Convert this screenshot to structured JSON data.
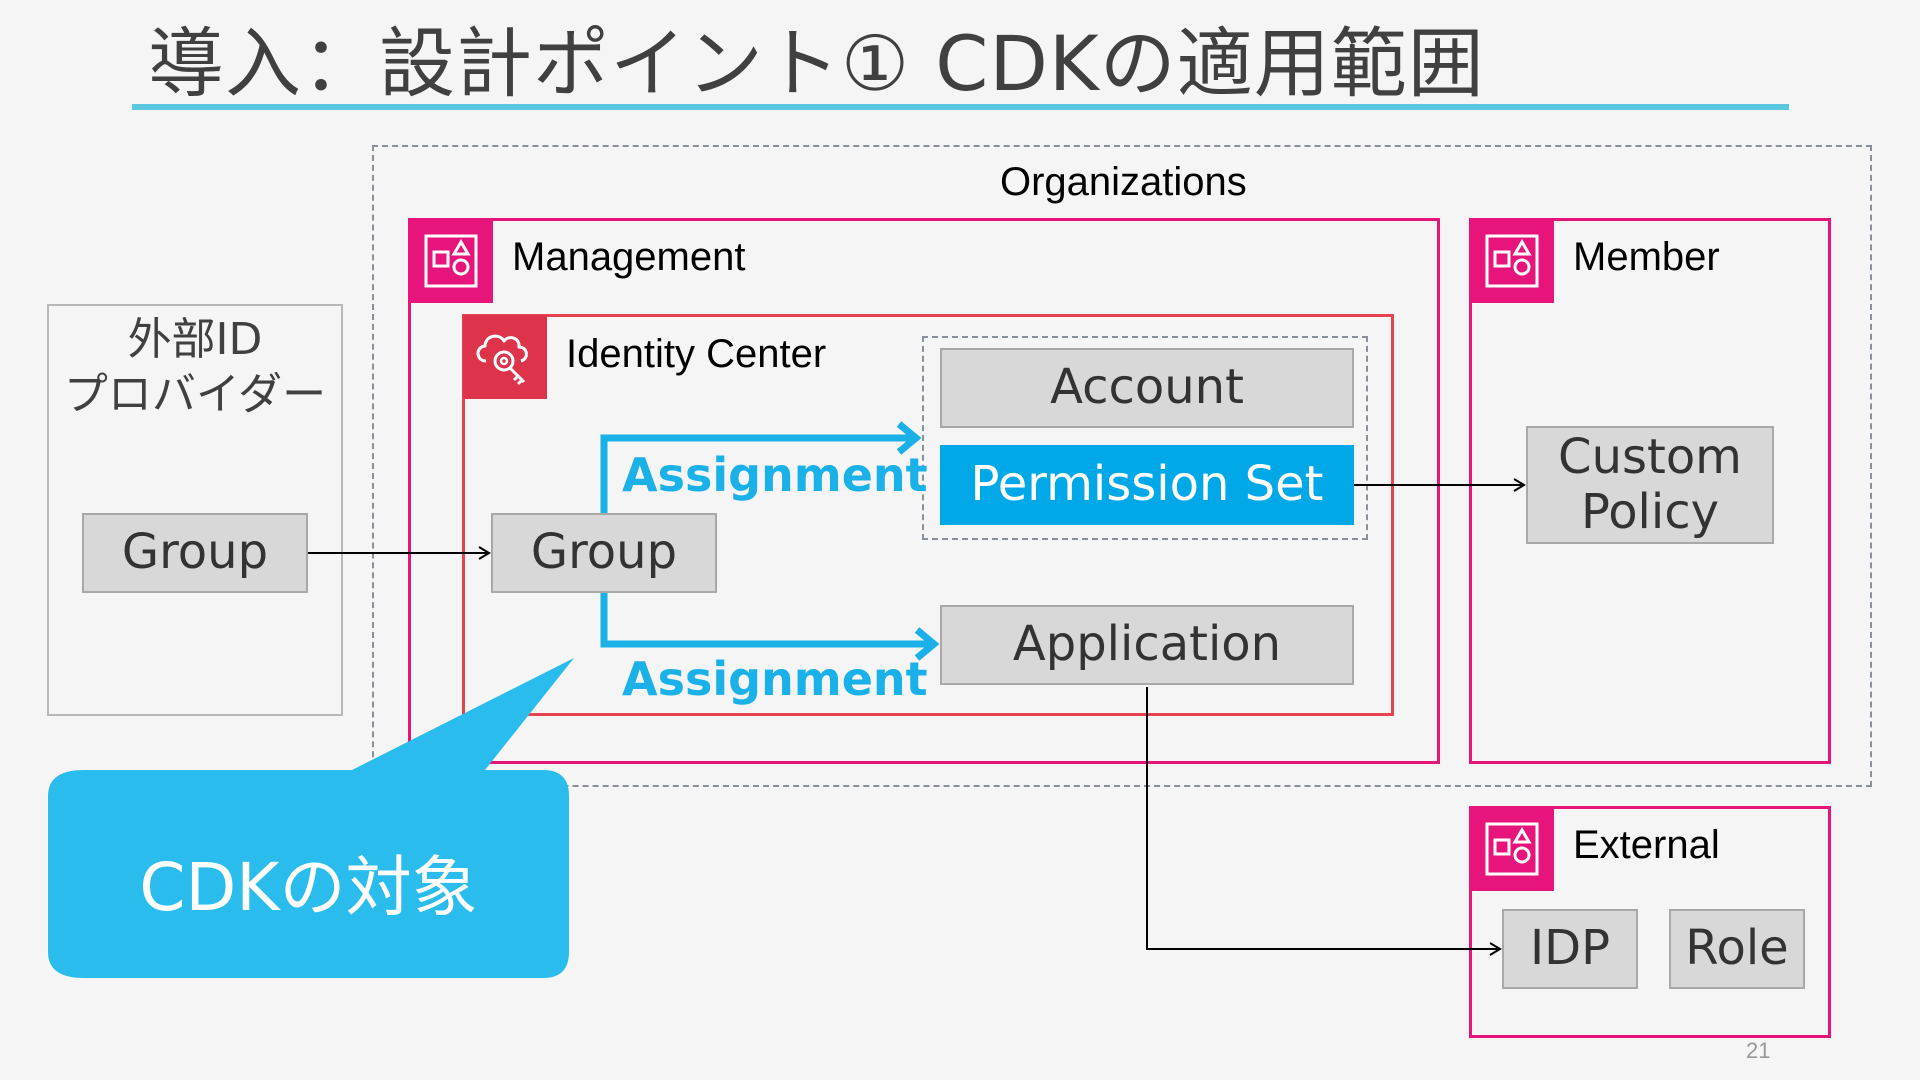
{
  "slide": {
    "title": "導入：設計ポイント① CDKの適用範囲",
    "page_number": "21"
  },
  "external_idp": {
    "label_line1": "外部ID",
    "label_line2": "プロバイダー",
    "group_label": "Group"
  },
  "organizations": {
    "label": "Organizations",
    "management": {
      "label": "Management",
      "icon": "aws-account-icon",
      "identity_center": {
        "label": "Identity Center",
        "icon": "identity-center-icon",
        "group_label": "Group",
        "account_label": "Account",
        "permission_set_label": "Permission Set",
        "application_label": "Application",
        "assignment_top": "Assignment",
        "assignment_bottom": "Assignment"
      }
    },
    "member": {
      "label": "Member",
      "icon": "aws-account-icon",
      "custom_policy_line1": "Custom",
      "custom_policy_line2": "Policy"
    }
  },
  "external": {
    "label": "External",
    "icon": "aws-account-icon",
    "idp_label": "IDP",
    "role_label": "Role"
  },
  "callout": {
    "text": "CDKの対象"
  },
  "colors": {
    "account_pink": "#e7157b",
    "identity_center_red": "#dd344c",
    "assignment_blue": "#1ab0e8",
    "permission_set_blue": "#00a8e8",
    "callout_blue": "#2bbcee",
    "title_underline": "#5bc8e0"
  }
}
